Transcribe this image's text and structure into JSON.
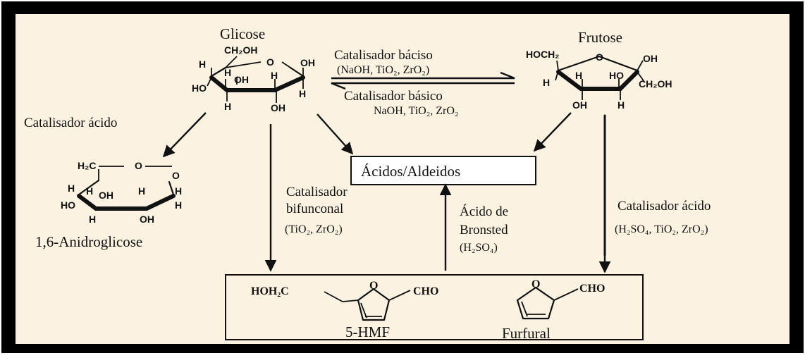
{
  "colors": {
    "frame": "#000000",
    "background": "#fcf2e2",
    "ink": "#111111"
  },
  "glucose": {
    "name": "Glicose",
    "group_ch2oh": "CH₂OH",
    "ring_o": "O",
    "atoms": {
      "oh": "OH",
      "h": "H",
      "ho": "HO"
    }
  },
  "fructose": {
    "name": "Frutose",
    "group_hoch2": "HOCH₂",
    "ring_o": "O",
    "group_ch2oh": "CH₂OH",
    "atoms": {
      "oh": "OH",
      "h": "H",
      "ho": "HO"
    }
  },
  "anhydro": {
    "name": "1,6-Anidroglicose",
    "group_h2c": "H₂C",
    "ring_o": "O",
    "atoms": {
      "oh": "OH",
      "h": "H",
      "ho": "HO"
    }
  },
  "labels": {
    "forward_catalyst": "Catalisador báciso",
    "forward_examples": "(NaOH, TiO₂, ZrO₂)",
    "reverse_catalyst": "Catalisador básico",
    "reverse_examples": "NaOH, TiO₂, ZrO₂",
    "acid_catalyst_left": "Catalisador ácido",
    "bifunctional_line1": "Catalisador",
    "bifunctional_line2": "bifunconal",
    "bifunctional_examples": "(TiO₂, ZrO₂)",
    "bronsted_line1": "Ácido de",
    "bronsted_line2": "Bronsted",
    "bronsted_examples": "(H₂SO₄)",
    "acid_catalyst_right": "Catalisador ácido",
    "acid_catalyst_right_examples": "(H₂SO₄, TiO₂, ZrO₂)",
    "acids_aldehydes": "Ácidos/Aldeidos"
  },
  "hmf": {
    "name": "5-HMF",
    "group_left": "HOH₂C",
    "ring_o": "O",
    "group_right": "CHO"
  },
  "furfural": {
    "name": "Furfural",
    "ring_o": "O",
    "group_right": "CHO"
  }
}
